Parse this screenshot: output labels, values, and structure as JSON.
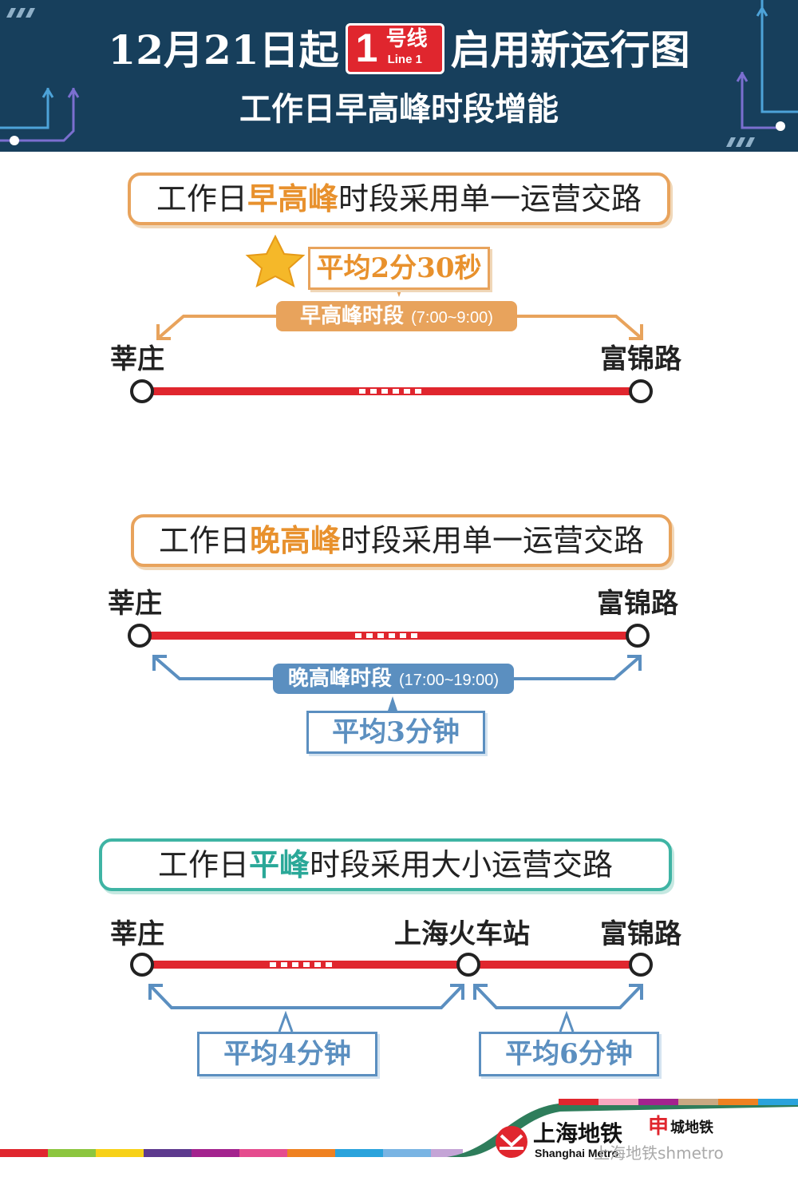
{
  "header": {
    "title_prefix": "12月21日起",
    "line_number": "1",
    "line_label_zh": "号线",
    "line_label_en": "Line 1",
    "title_suffix": "启用新运行图",
    "subtitle": "工作日早高峰时段增能"
  },
  "morning": {
    "heading_pre": "工作日",
    "heading_highlight": "早高峰",
    "heading_post": "时段采用单一运营交路",
    "avg": "平均2分30秒",
    "period_label": "早高峰时段",
    "period_time": "(7:00~9:00)",
    "station_left": "莘庄",
    "station_right": "富锦路"
  },
  "evening": {
    "heading_pre": "工作日",
    "heading_highlight": "晚高峰",
    "heading_post": "时段采用单一运营交路",
    "avg": "平均3分钟",
    "period_label": "晚高峰时段",
    "period_time": "(17:00~19:00)",
    "station_left": "莘庄",
    "station_right": "富锦路"
  },
  "offpeak": {
    "heading_pre": "工作日",
    "heading_highlight": "平峰",
    "heading_post": "时段采用大小运营交路",
    "station_left": "莘庄",
    "station_mid": "上海火车站",
    "station_right": "富锦路",
    "avg_left": "平均4分钟",
    "avg_right": "平均6分钟"
  },
  "footer": {
    "brand_zh": "上海地铁",
    "brand_en": "Shanghai Metro",
    "partner_mark": "申",
    "partner_name": "城地铁",
    "watermark": "上海地铁shmetro"
  },
  "colors": {
    "header_bg": "#173f5c",
    "line_red": "#e0262e",
    "morning_orange": "#e8a35c",
    "evening_blue": "#5b8fc0",
    "offpeak_teal": "#3fb4a4"
  }
}
